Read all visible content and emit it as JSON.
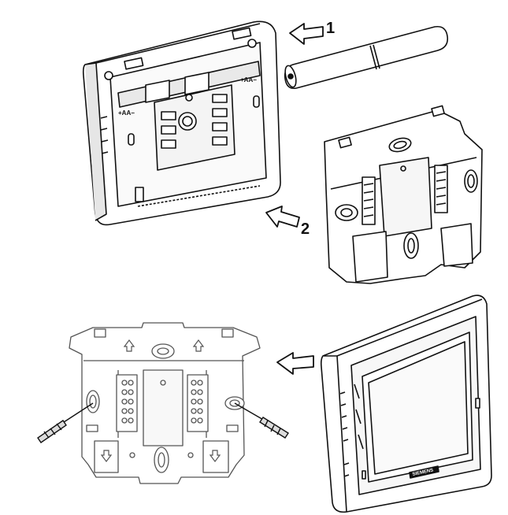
{
  "steps": {
    "step1_label": "1",
    "step2_label": "2"
  },
  "battery_polarity": {
    "left": "+AA−",
    "right": "+AA−"
  },
  "brand_plate": "SIEMENS",
  "icons": {
    "arrow": "left-arrow-icon",
    "screwdriver": "screwdriver-icon",
    "up_arrow": "up-arrow-icon",
    "down_arrow": "down-arrow-icon"
  }
}
